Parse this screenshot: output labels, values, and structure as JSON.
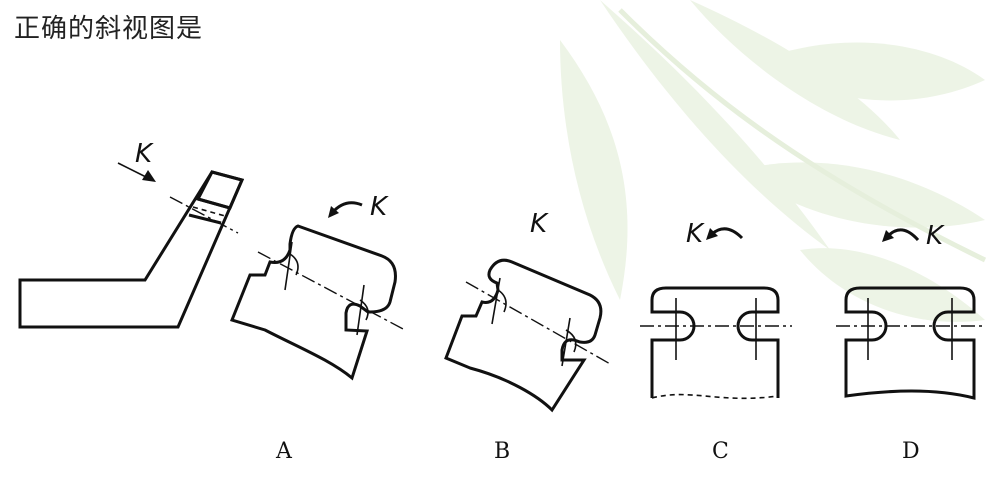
{
  "question": {
    "text": "正确的斜视图是"
  },
  "diagram": {
    "view_letter": "K",
    "options": [
      {
        "label": "A"
      },
      {
        "label": "B"
      },
      {
        "label": "C"
      },
      {
        "label": "D"
      }
    ]
  },
  "colors": {
    "line": "#111111",
    "leaf_watermark": "#edf4e6"
  }
}
